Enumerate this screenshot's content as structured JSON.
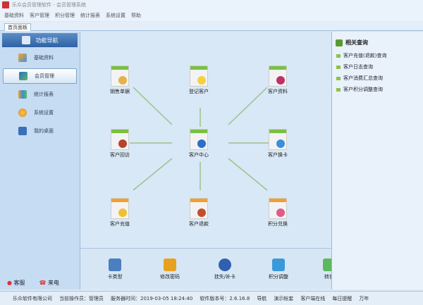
{
  "window": {
    "title": "乐众会员管理软件 - 会员管理系统"
  },
  "menu": [
    "基础资料",
    "客户管理",
    "积分管理",
    "统计报表",
    "系统设置",
    "帮助"
  ],
  "tabs": [
    {
      "label": "首页面板"
    }
  ],
  "sidebar": {
    "header": "功能导航",
    "items": [
      {
        "label": "基础资料",
        "icon": "basic-data-icon"
      },
      {
        "label": "会员管理",
        "icon": "member-icon",
        "selected": true
      },
      {
        "label": "统计报表",
        "icon": "chart-icon"
      },
      {
        "label": "系统设置",
        "icon": "settings-icon"
      },
      {
        "label": "我的桌面",
        "icon": "desktop-icon"
      }
    ],
    "footer": {
      "service": "客服",
      "phone": "来电"
    }
  },
  "center": {
    "nodes": [
      {
        "label": "销售单据"
      },
      {
        "label": "登记客户"
      },
      {
        "label": "客户资料"
      },
      {
        "label": "客户回访"
      },
      {
        "label": "客户中心"
      },
      {
        "label": "客户换卡"
      },
      {
        "label": "客户充值"
      },
      {
        "label": "客户退款"
      },
      {
        "label": "积分兑换"
      }
    ]
  },
  "toolbar": [
    "卡类型",
    "修改密码",
    "挂失/补卡",
    "积分调整",
    "转值"
  ],
  "related": {
    "title": "相关查询",
    "links": [
      "客户充值(退款)查询",
      "客户日志查询",
      "客户消费汇总查询",
      "客户积分调整查询"
    ]
  },
  "status": {
    "company": "乐众软件有限公司",
    "operator_label": "当前操作员：",
    "operator": "管理员",
    "time_label": "服务器时间：",
    "time": "2019-03-05 18:24:40",
    "version_label": "软件版本号：",
    "version": "2.6.16.8",
    "nav": "导航",
    "account": "演示帐套",
    "online": "客户端在线",
    "reminder": "每日提醒",
    "calendar": "万年"
  }
}
